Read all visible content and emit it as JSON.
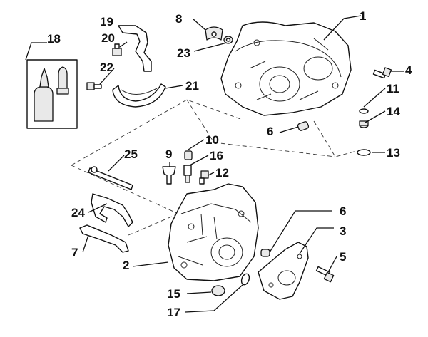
{
  "callouts": {
    "c1": "1",
    "c2": "2",
    "c3": "3",
    "c4": "4",
    "c5": "5",
    "c6a": "6",
    "c6b": "6",
    "c7": "7",
    "c8": "8",
    "c9": "9",
    "c10": "10",
    "c11": "11",
    "c12": "12",
    "c13": "13",
    "c14": "14",
    "c15": "15",
    "c16": "16",
    "c17": "17",
    "c18": "18",
    "c19": "19",
    "c20": "20",
    "c21": "21",
    "c22": "22",
    "c23": "23",
    "c24": "24",
    "c25": "25"
  }
}
